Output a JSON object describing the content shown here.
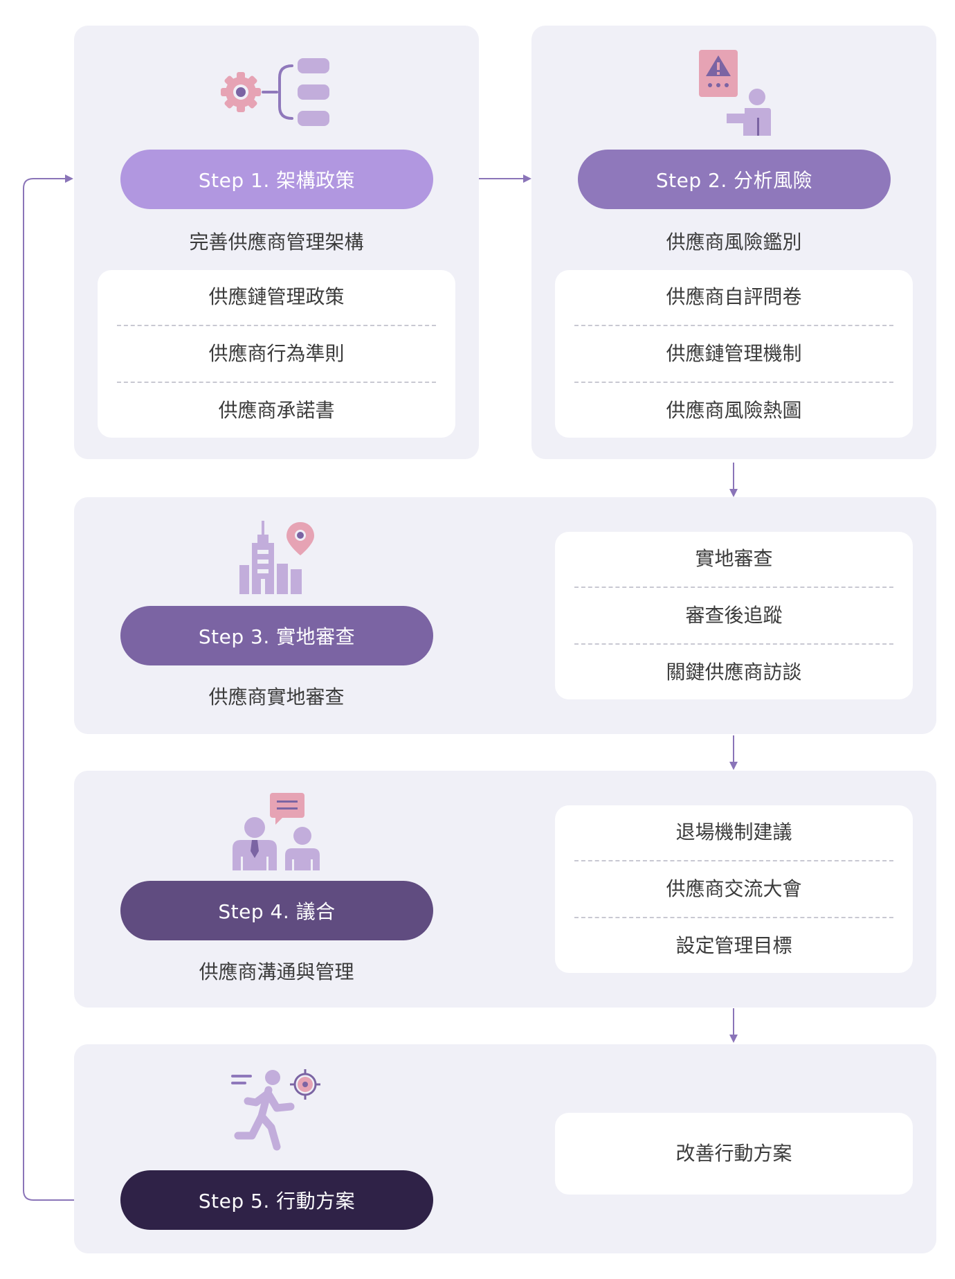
{
  "colors": {
    "panel_bg": "#f0f0f7",
    "step1": "#b197e0",
    "step2": "#8f78bb",
    "step3": "#7b64a3",
    "step4": "#604c80",
    "step5": "#2f2247",
    "connector": "#8a74b8",
    "icon_purple": "#c2addb",
    "icon_pink": "#e6a3b4"
  },
  "steps": [
    {
      "label": "Step 1. 架構政策",
      "icon": "gear-tree-icon",
      "subtitle": "完善供應商管理架構",
      "items": [
        "供應鏈管理政策",
        "供應商行為準則",
        "供應商承諾書"
      ]
    },
    {
      "label": "Step 2. 分析風險",
      "icon": "risk-alert-icon",
      "subtitle": "供應商風險鑑別",
      "items": [
        "供應商自評問卷",
        "供應鏈管理機制",
        "供應商風險熱圖"
      ]
    },
    {
      "label": "Step 3. 實地審查",
      "icon": "building-location-icon",
      "subtitle": "供應商實地審查",
      "items": [
        "實地審查",
        "審查後追蹤",
        "關鍵供應商訪談"
      ]
    },
    {
      "label": "Step 4. 議合",
      "icon": "meeting-people-icon",
      "subtitle": "供應商溝通與管理",
      "items": [
        "退場機制建議",
        "供應商交流大會",
        "設定管理目標"
      ]
    },
    {
      "label": "Step 5. 行動方案",
      "icon": "running-target-icon",
      "subtitle": "",
      "items": [
        "改善行動方案"
      ]
    }
  ]
}
